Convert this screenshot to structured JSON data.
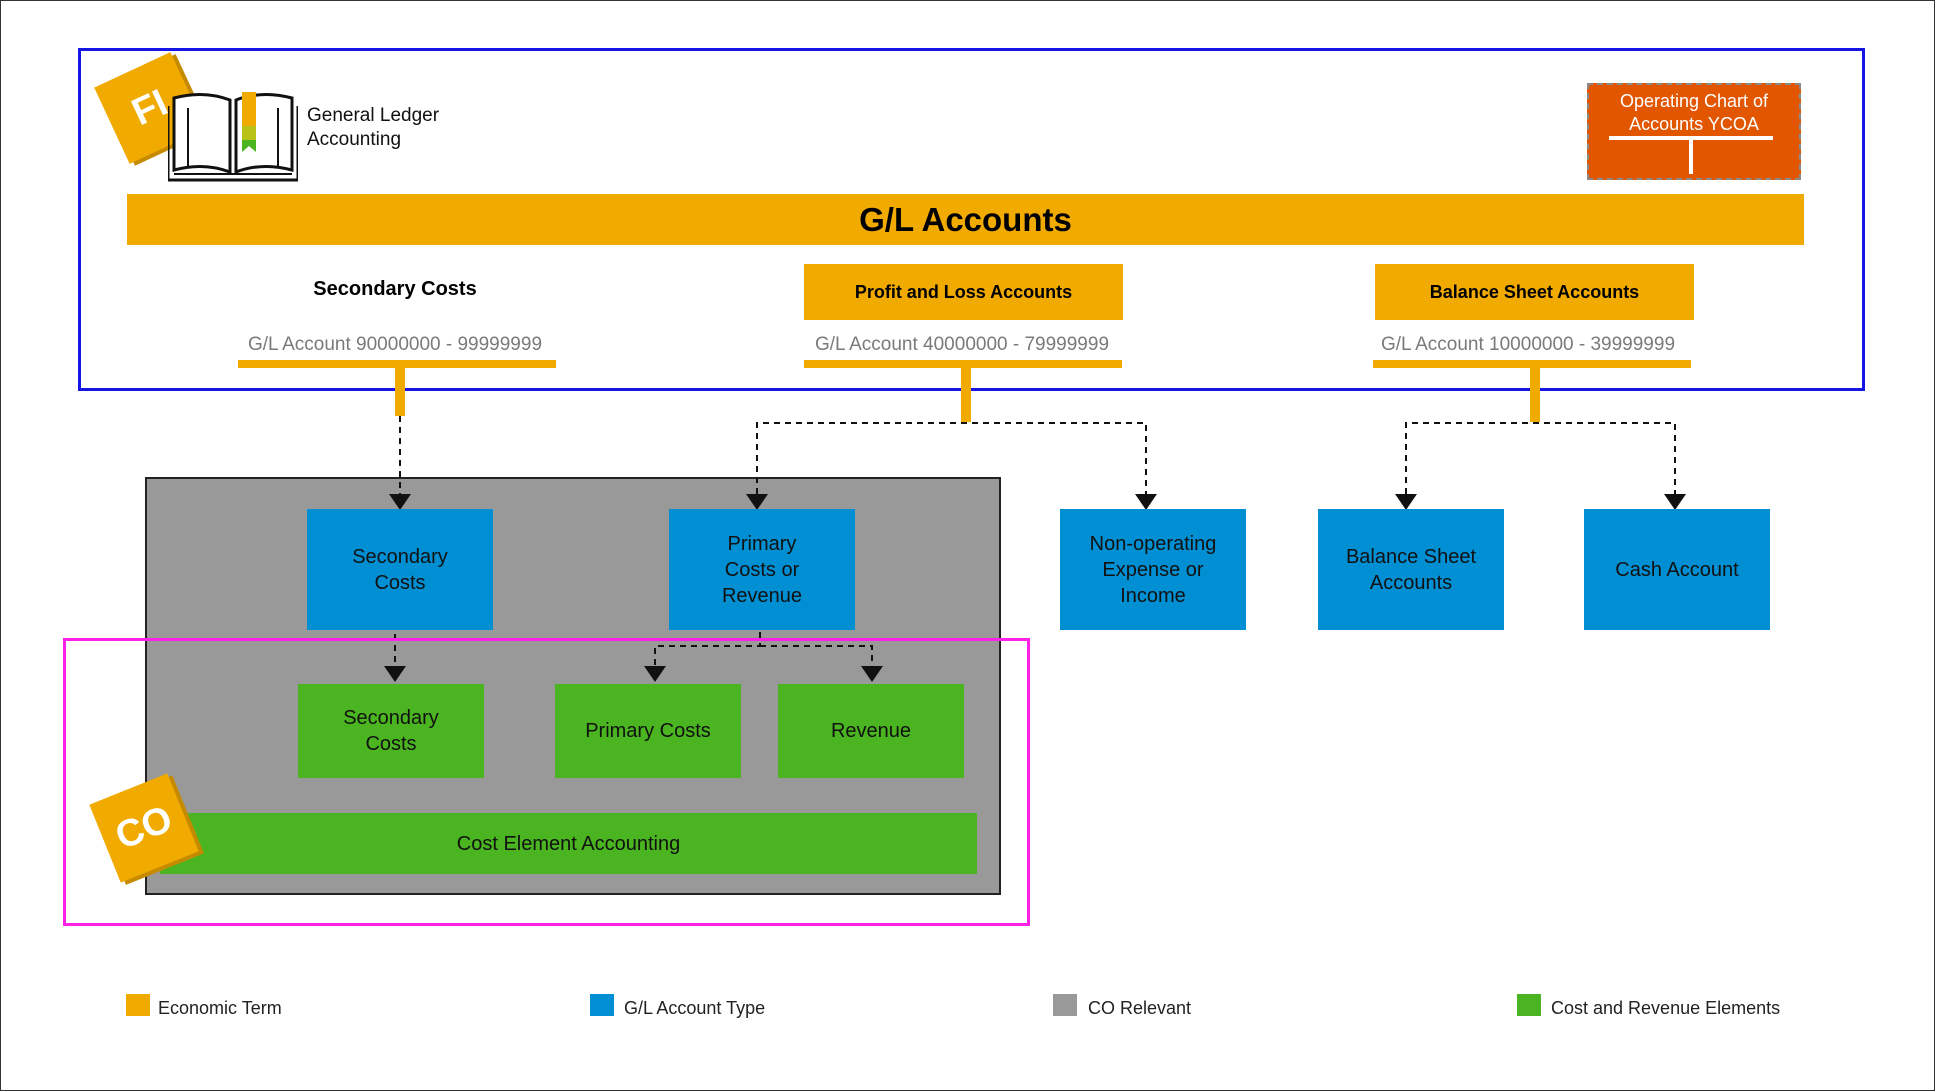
{
  "colors": {
    "economic_term": "#f0aa00",
    "gl_account_type": "#008fd3",
    "co_relevant": "#999999",
    "cost_revenue_elements": "#4ab520",
    "ycoa": "#e25600",
    "fi_frame": "#1515e6",
    "co_frame": "#ff22e6"
  },
  "fi": {
    "badge": "FI",
    "book_label": "General Ledger Accounting",
    "ycoa_label": "Operating Chart of Accounts YCOA",
    "gl_banner": "G/L Accounts"
  },
  "categories": {
    "secondary": {
      "title": "Secondary Costs",
      "range": "G/L Account 90000000 - 99999999"
    },
    "pl": {
      "title": "Profit and Loss Accounts",
      "range": "G/L Account 40000000 - 79999999"
    },
    "bs": {
      "title": "Balance Sheet Accounts",
      "range": "G/L Account 10000000 - 39999999"
    }
  },
  "gl_types": {
    "secondary_costs": "Secondary Costs",
    "primary_costs_revenue": "Primary Costs or Revenue",
    "non_operating": "Non-operating Expense or Income",
    "balance_sheet_accounts": "Balance Sheet Accounts",
    "cash_account": "Cash Account"
  },
  "co": {
    "badge": "CO",
    "secondary_costs": "Secondary Costs",
    "primary_costs": "Primary Costs",
    "revenue": "Revenue",
    "cost_element_accounting": "Cost Element Accounting"
  },
  "legend": {
    "economic_term": "Economic Term",
    "gl_account_type": "G/L Account Type",
    "co_relevant": "CO Relevant",
    "cost_revenue_elements": "Cost and Revenue Elements"
  }
}
